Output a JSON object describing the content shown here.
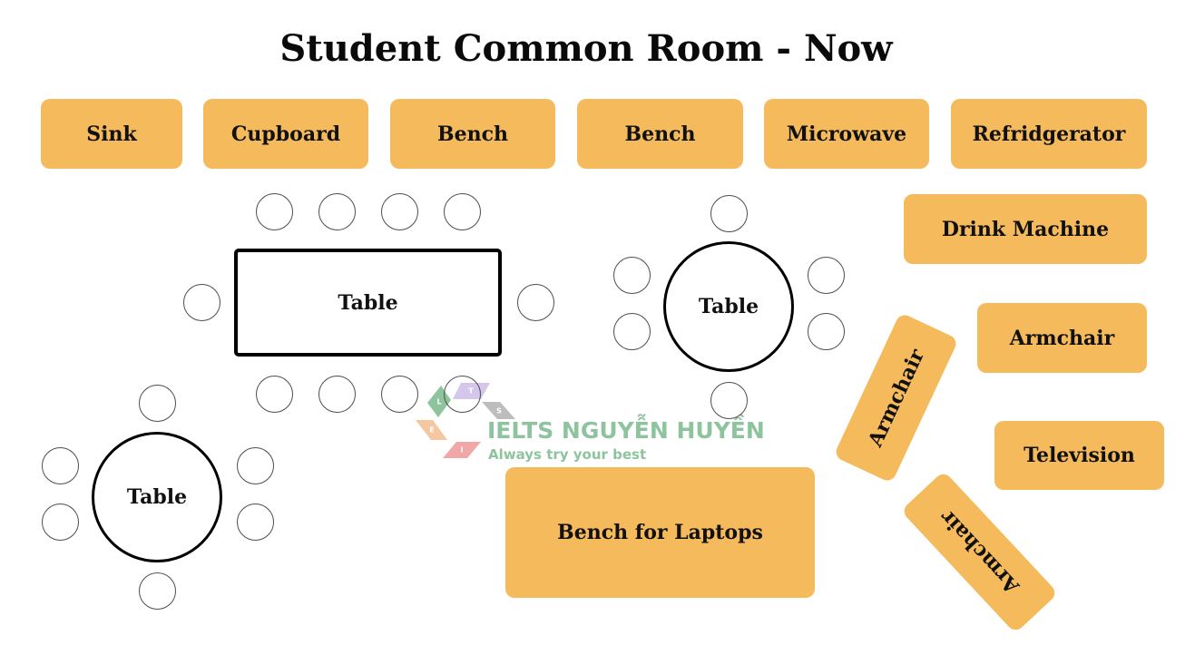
{
  "title": "Student Common Room - Now",
  "colors": {
    "furniture": "#F5BA5B",
    "table_outline": "#000000",
    "chair_outline": "#4D4D4D",
    "label_text": "#111111",
    "watermark_green": "#8DC49E",
    "logo_lavender": "#D5C7EC",
    "logo_gray": "#BDBDBD",
    "logo_peach": "#F6C6A0",
    "logo_pink": "#F1A7A8"
  },
  "wall_furniture": [
    {
      "label": "Sink"
    },
    {
      "label": "Cupboard"
    },
    {
      "label": "Bench"
    },
    {
      "label": "Bench"
    },
    {
      "label": "Microwave"
    },
    {
      "label": "Refridgerator"
    }
  ],
  "side_furniture": {
    "drink_machine": "Drink Machine",
    "armchair": "Armchair",
    "television": "Television"
  },
  "angled_armchairs": [
    {
      "label": "Armchair"
    },
    {
      "label": "Armchair"
    }
  ],
  "laptop_bench": {
    "label": "Bench for Laptops"
  },
  "tables": [
    {
      "label": "Table",
      "shape": "rectangle",
      "chairs": 10
    },
    {
      "label": "Table",
      "shape": "round",
      "chairs": 6
    },
    {
      "label": "Table",
      "shape": "round",
      "chairs": 6
    }
  ],
  "watermark": {
    "brand": "IELTS NGUYỄN HUYỀN",
    "tagline": "Always try your best",
    "logo_letters": [
      "L",
      "T",
      "S",
      "E",
      "I"
    ]
  }
}
